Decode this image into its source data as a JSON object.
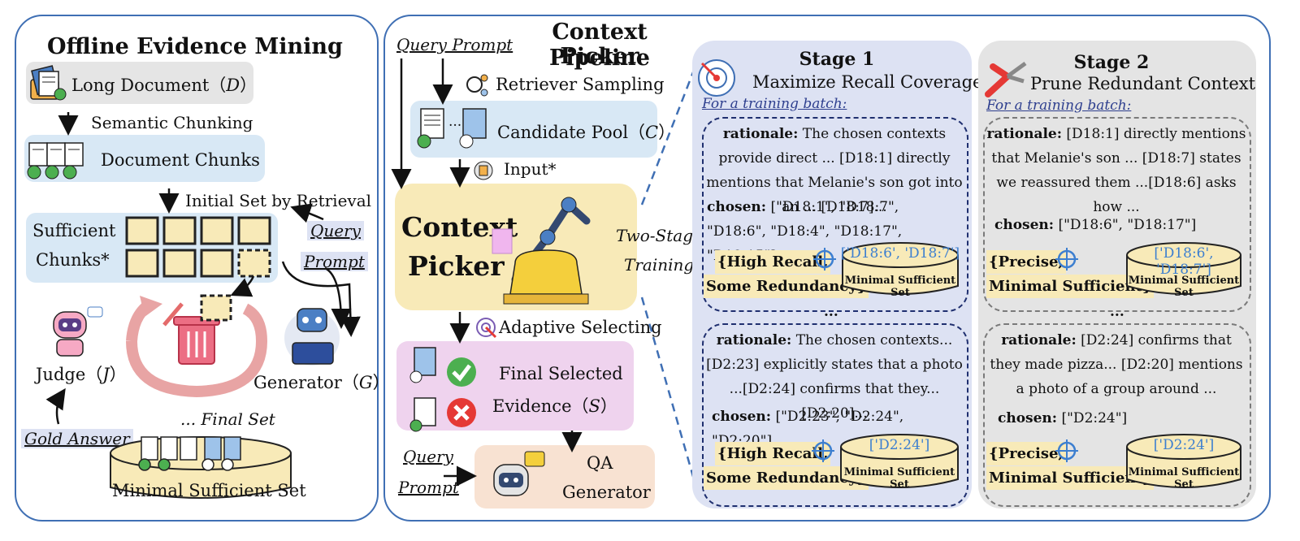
{
  "left": {
    "title": "Offline Evidence Mining",
    "long_document": "Long Document（𝐷）",
    "semantic_chunking": "Semantic Chunking",
    "document_chunks": "Document Chunks",
    "initial_set": "Initial Set by Retrieval",
    "sufficient_chunks_1": "Sufficient",
    "sufficient_chunks_2": "Chunks*",
    "query": "Query",
    "prompt": "Prompt",
    "judge": "Judge（𝐽）",
    "generator": "Generator（𝐺）",
    "gold_answer": "Gold Answer",
    "final_set": "... Final Set",
    "minimal_set": "Minimal Sufficient Set"
  },
  "middle": {
    "title_1": "Context Picker",
    "title_2": "Pipeline",
    "query_prompt": "Query  Prompt",
    "retriever_sampling": "Retriever Sampling",
    "candidate_pool": "Candidate Pool（𝐶）",
    "ellipsis": "...",
    "input": "Input*",
    "context_picker_1": "Context",
    "context_picker_2": "Picker",
    "adaptive_selecting": "Adaptive Selecting",
    "final_selected_1": "Final Selected",
    "final_selected_2": "Evidence（𝑆）",
    "query": "Query",
    "prompt": "Prompt",
    "qa_1": "QA",
    "qa_2": "Generator",
    "two_stage_1": "Two-Stage",
    "two_stage_2": "Training"
  },
  "stage1": {
    "title": "Stage 1",
    "subtitle": "Maximize Recall Coverage",
    "batch": "For a training batch:",
    "box1": {
      "r_label": "rationale:",
      "r_text": " The chosen contexts provide direct ... [D18:1] directly mentions that Melanie's son got into an ... [D18:7]...",
      "c_label": "chosen:",
      "c_text": " [\"D18:1\", \"D18:7\", \"D18:6\", \"D18:4\", \"D18:17\", \"D18:15\"]",
      "tag_1": "{High Recall,",
      "tag_2": "Some Redundancy}",
      "set_value": "['D18:6', 'D18:7']",
      "set_label": "Minimal Sufficient Set"
    },
    "dots": "...",
    "box2": {
      "r_label": "rationale:",
      "r_text": " The chosen contexts... [D2:23] explicitly states that a photo ...[D2:24] confirms that they...[D2:20]...",
      "c_label": "chosen:",
      "c_text": " [\"D2:23\", \"D2:24\", \"D2:20\"]",
      "tag_1": "{High Recall,",
      "tag_2": "Some Redundancy}",
      "set_value": "['D2:24']",
      "set_label": "Minimal Sufficient Set"
    }
  },
  "stage2": {
    "title": "Stage 2",
    "subtitle": "Prune Redundant Context",
    "batch": "For a training batch:",
    "box1": {
      "r_label": "rationale:",
      "r_text": " [D18:1] directly mentions that Melanie's son ... [D18:7] states we reassured them ...[D18:6] asks how ...",
      "c_label": "chosen:",
      "c_text": " [\"D18:6\", \"D18:17\"]",
      "tag_1": "{Precise,",
      "tag_2": "Minimal  Sufficient}",
      "set_value": "['D18:6', 'D18:7']",
      "set_label": "Minimal Sufficient Set"
    },
    "dots": "...",
    "box2": {
      "r_label": "rationale:",
      "r_text": " [D2:24] confirms that they made pizza... [D2:20] mentions a photo of a group around ...",
      "c_label": "chosen:",
      "c_text": " [\"D2:24\"]",
      "tag_1": "{Precise,",
      "tag_2": "Minimal  Sufficient}",
      "set_value": "['D2:24']",
      "set_label": "Minimal Sufficient Set"
    }
  },
  "colors": {
    "panel_border": "#3f6fb4",
    "stage1_bg": "#dde2f3",
    "stage2_bg": "#e4e4e4",
    "blue_box": "#d8e8f5",
    "yellow_box": "#f8eab8",
    "pink_box": "#efd3ee",
    "peach_box": "#f8e2d2",
    "check_green": "#4caf50",
    "cross_red": "#e53935",
    "set_blue": "#3d7fd0"
  }
}
